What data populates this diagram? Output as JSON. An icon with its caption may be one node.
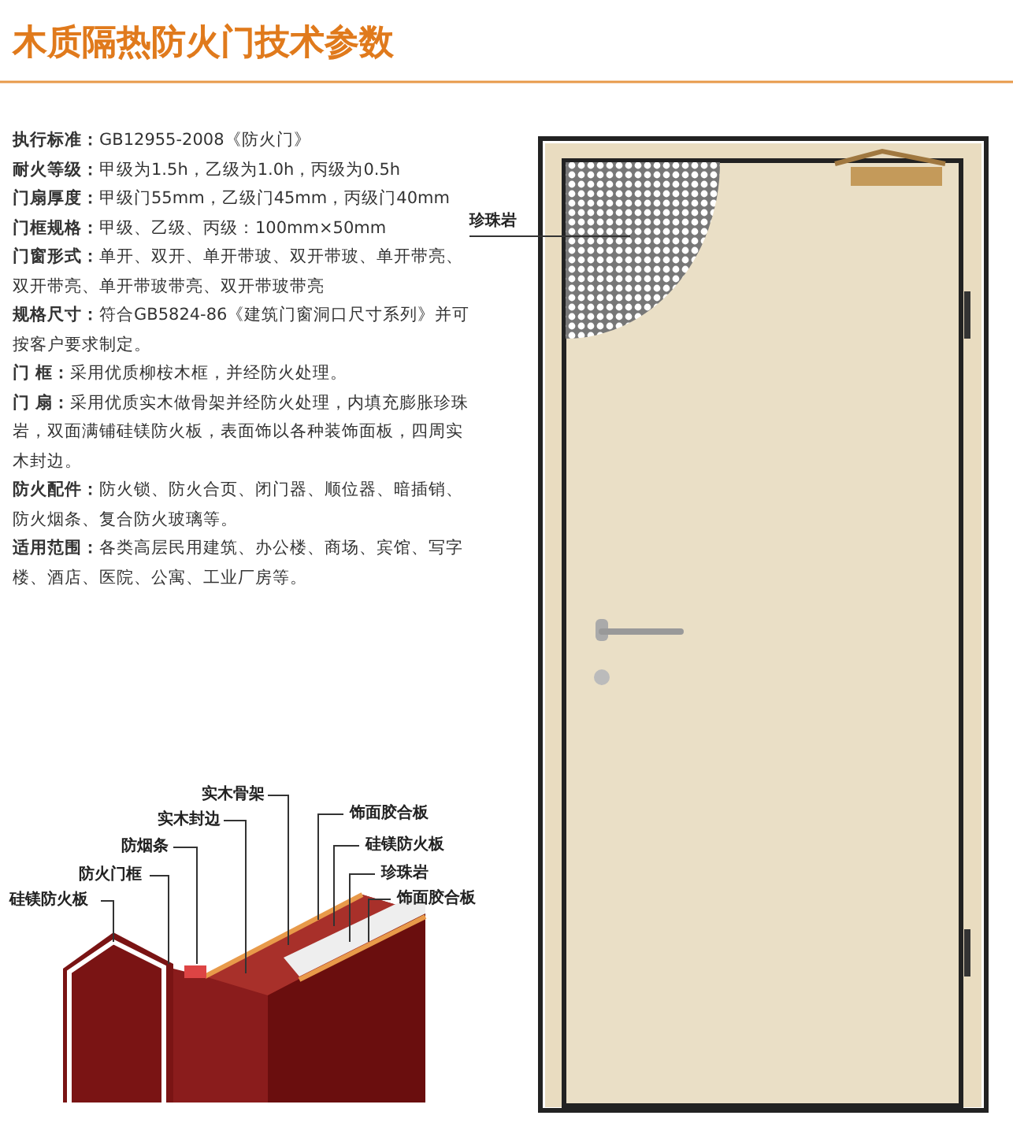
{
  "diagram": {
    "title": "木质隔热防火门技术参数",
    "nodes": [
      {
        "text": [
          "珍珠岩"
        ]
      },
      {
        "text": [
          "实木骨架"
        ]
      },
      {
        "text": [
          "实木封边"
        ]
      },
      {
        "text": [
          "防烟条"
        ]
      },
      {
        "text": [
          "防火门框"
        ]
      },
      {
        "text": [
          "硅镁防火板"
        ]
      },
      {
        "text": [
          "饰面胶合板"
        ]
      },
      {
        "text": [
          "硅镁防火板"
        ]
      },
      {
        "text": [
          "珍珠岩"
        ]
      },
      {
        "text": [
          "饰面胶合板"
        ]
      }
    ],
    "edges": [
      {
        "from": 0,
        "to": null,
        "arrow": "none"
      },
      {
        "from": 1,
        "to": null,
        "arrow": "none"
      },
      {
        "from": 2,
        "to": null,
        "arrow": "none"
      },
      {
        "from": 3,
        "to": null,
        "arrow": "none"
      },
      {
        "from": 4,
        "to": null,
        "arrow": "none"
      },
      {
        "from": 5,
        "to": null,
        "arrow": "none"
      },
      {
        "from": 6,
        "to": null,
        "arrow": "none"
      },
      {
        "from": 7,
        "to": null,
        "arrow": "none"
      },
      {
        "from": 8,
        "to": null,
        "arrow": "none"
      },
      {
        "from": 9,
        "to": null,
        "arrow": "none"
      }
    ],
    "labels": [
      "**执行标准：**GB12955-2008《防火门》",
      "**耐火等级：**甲级为1.5h，乙级为1.0h，丙级为0.5h",
      "**门扇厚度：**甲级门55mm，乙级门45mm，丙级门40mm",
      "**门框规格：**甲级、乙级、丙级：100mm×50mm",
      "**门窗形式：**单开、双开、单开带玻、双开带玻、单开带亮、双开带亮、单开带玻带亮、双开带玻带亮",
      "**规格尺寸：**符合GB5824-86《建筑门窗洞口尺寸系列》并可按客户要求制定。",
      "**门  框：**采用优质柳桉木框，并经防火处理。",
      "**门  扇：**采用优质实木做骨架并经防火处理，内填充膨胀珍珠岩，双面满铺硅镁防火板，表面饰以各种装饰面板，四周实木封边。",
      "**防火配件：**防火锁、防火合页、闭门器、顺位器、暗插销、防火烟条、复合防火玻璃等。",
      "**适用范围：**各类高层民用建筑、办公楼、商场、宾馆、写字楼、酒店、医院、公寓、工业厂房等。"
    ]
  }
}
